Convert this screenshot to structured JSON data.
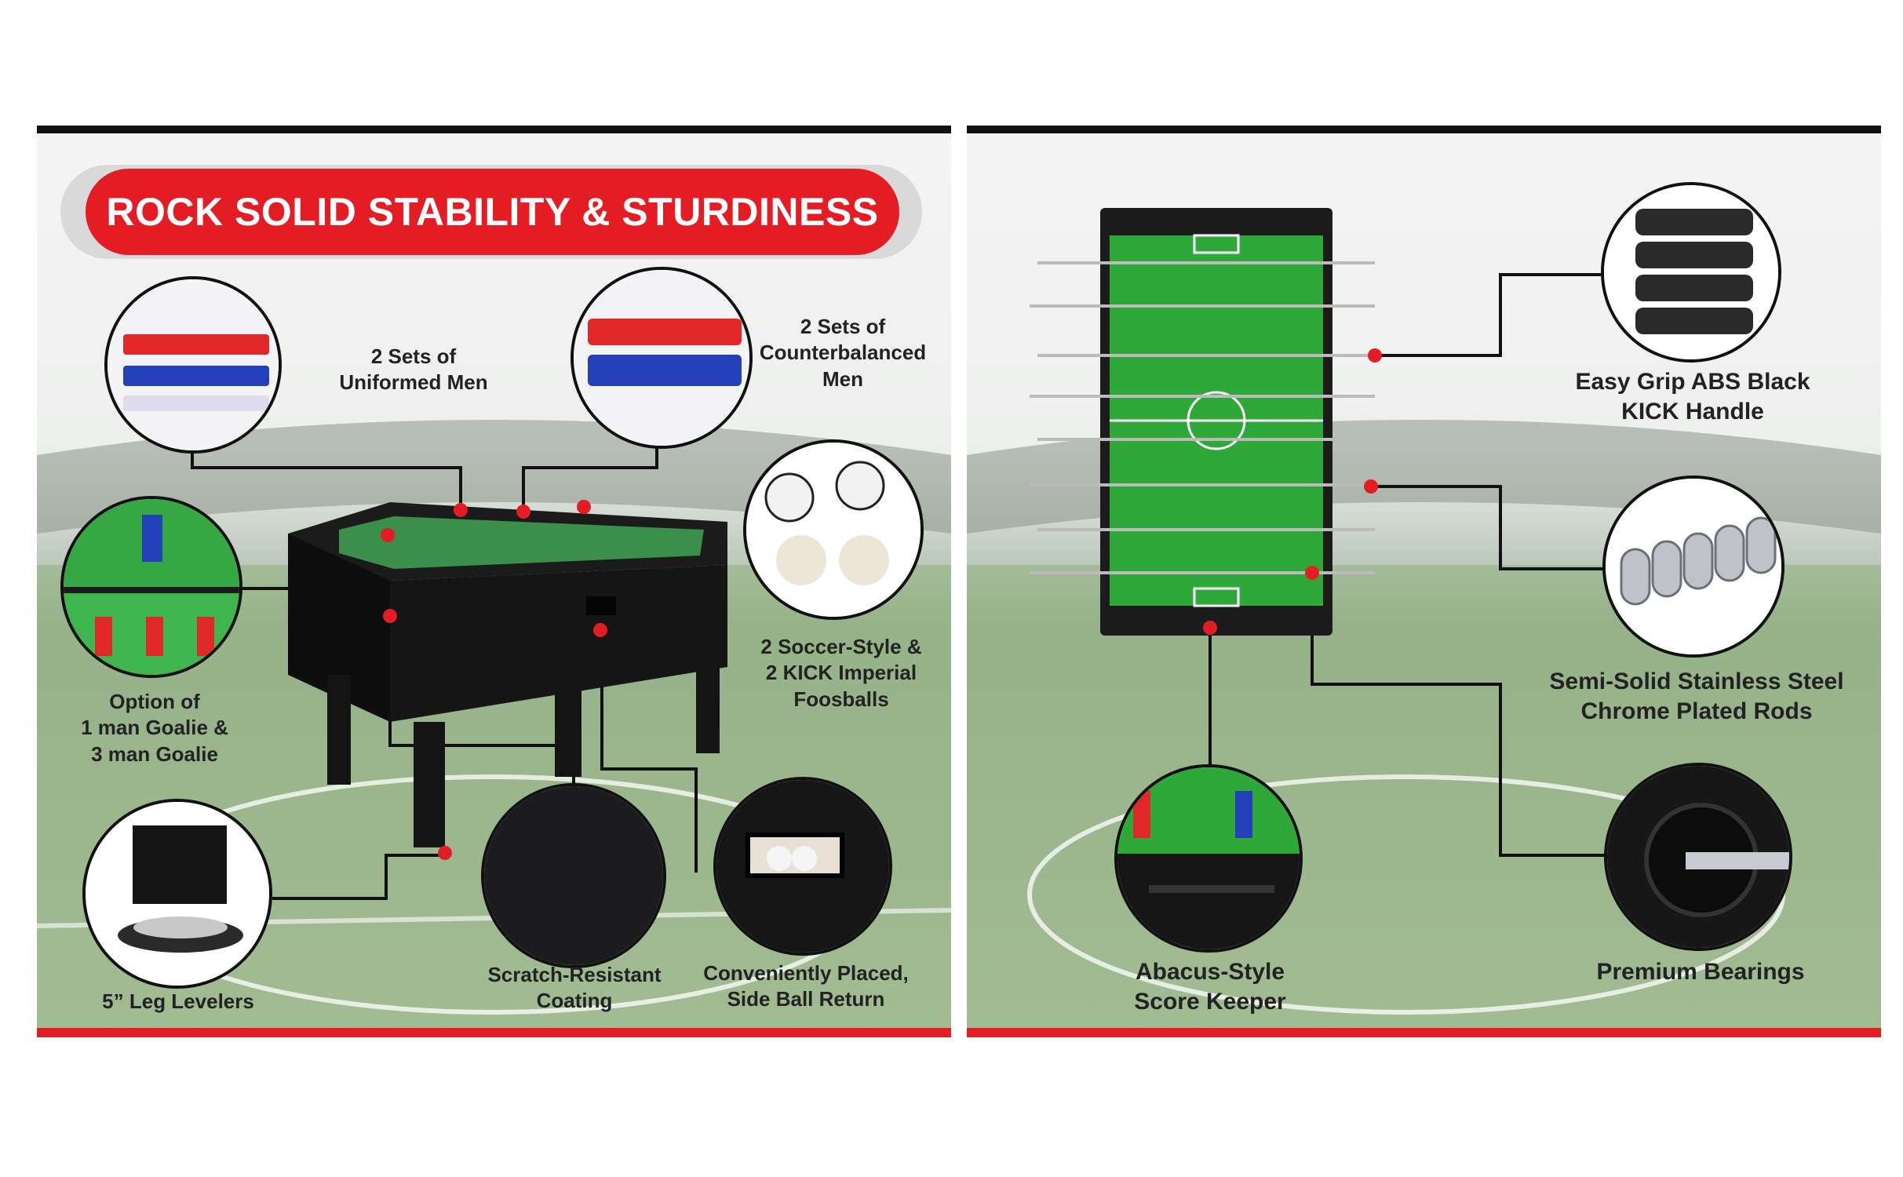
{
  "left_panel": {
    "title": "ROCK SOLID STABILITY & STURDINESS",
    "callouts": {
      "uniformed_men": [
        "2 Sets of",
        "Uniformed Men"
      ],
      "counterbalanced_men": [
        "2 Sets of",
        "Counterbalanced",
        "Men"
      ],
      "foosballs": [
        "2 Soccer-Style  &",
        "2 KICK Imperial",
        "Foosballs"
      ],
      "goalie": [
        "Option of",
        "1 man Goalie &",
        "3 man Goalie"
      ],
      "leg_levelers": [
        "5” Leg Levelers"
      ],
      "coating": [
        "Scratch-Resistant",
        "Coating"
      ],
      "ball_return": [
        "Conveniently Placed,",
        "Side Ball Return"
      ]
    }
  },
  "right_panel": {
    "callouts": {
      "handle": [
        "Easy Grip ABS Black",
        "KICK Handle"
      ],
      "rods": [
        "Semi-Solid Stainless Steel",
        "Chrome Plated Rods"
      ],
      "bearings": [
        "Premium Bearings"
      ],
      "score_keeper": [
        "Abacus-Style",
        "Score Keeper"
      ]
    }
  },
  "colors": {
    "accent_red": "#e41c24",
    "frame_black": "#111111",
    "field_green": "#2fa83a",
    "player_red": "#e02828",
    "player_blue": "#2340b8"
  }
}
